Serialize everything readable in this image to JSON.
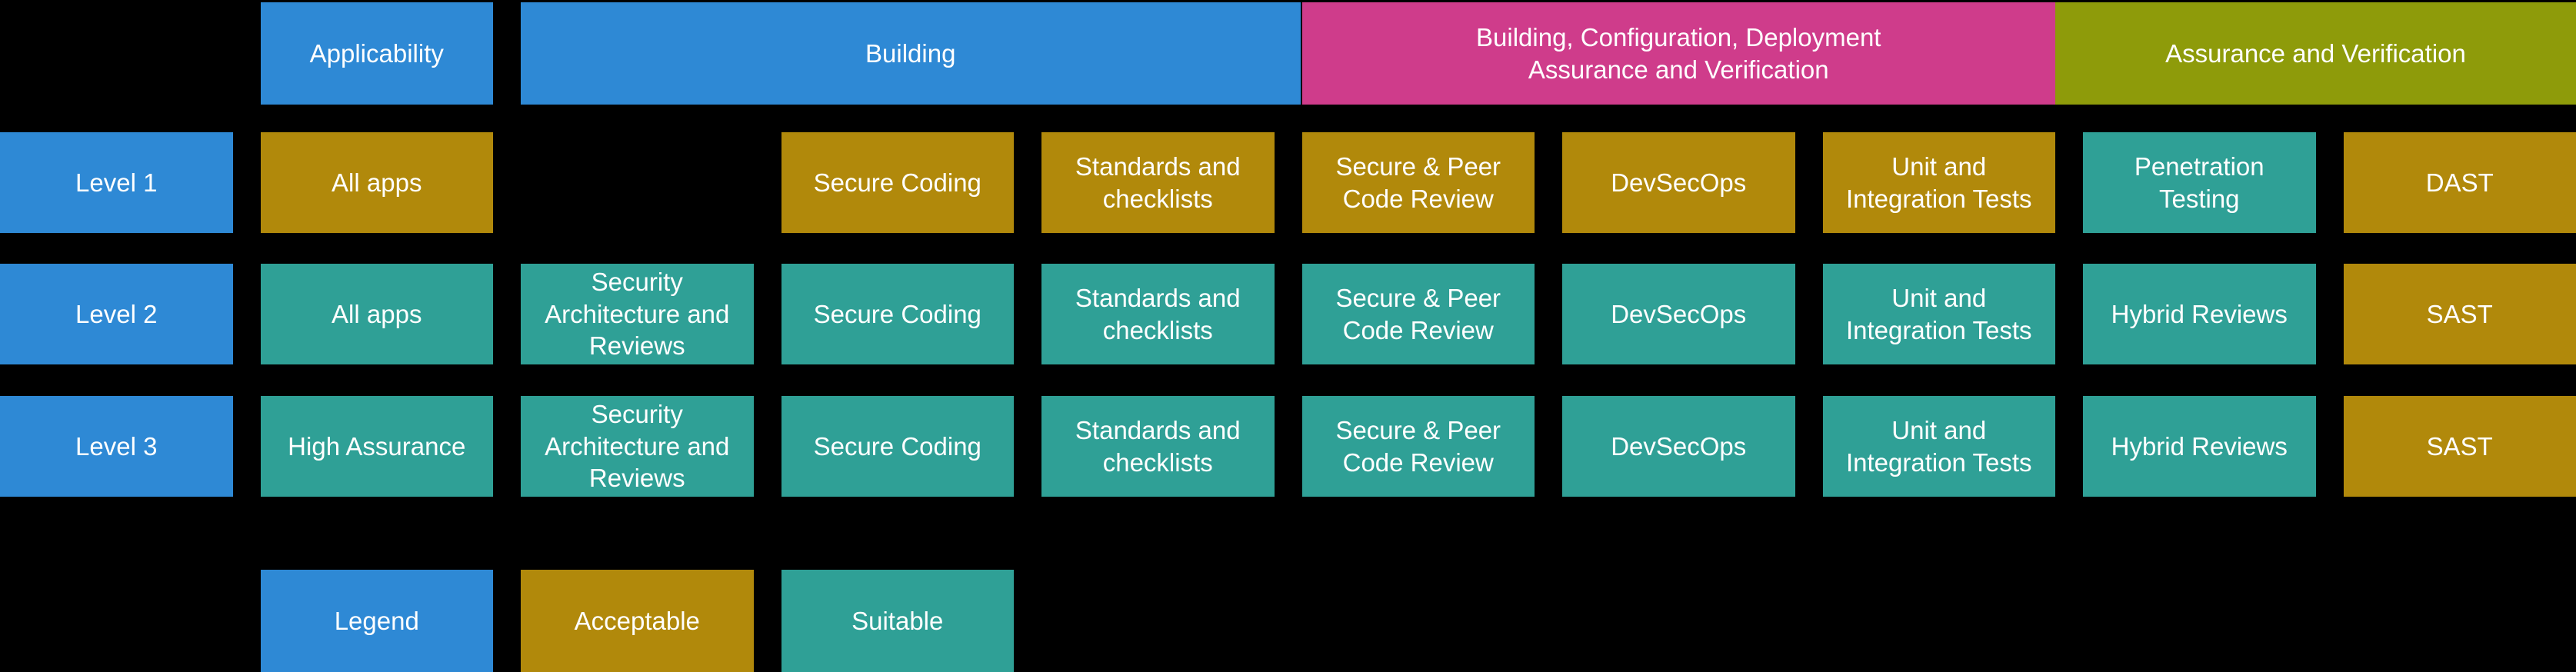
{
  "colors": {
    "blue": "#2E89D5",
    "gold": "#B1890B",
    "teal": "#2FA096",
    "magenta": "#CF3C8B",
    "olive": "#8E9B0A",
    "background": "#000000",
    "text": "#FFFFFF"
  },
  "header": {
    "groups": [
      {
        "label": "Applicability",
        "status": "header-blue"
      },
      {
        "label": "Building",
        "status": "header-blue"
      },
      {
        "label": "Building, Configuration, Deployment\nAssurance and Verification",
        "status": "header-magenta"
      },
      {
        "label": "Assurance and Verification",
        "status": "header-olive"
      }
    ]
  },
  "rows": [
    {
      "level": {
        "label": "Level 1",
        "status": "level"
      },
      "cells": [
        {
          "label": "All apps",
          "status": "acceptable"
        },
        {
          "label": "",
          "status": "empty"
        },
        {
          "label": "Secure Coding",
          "status": "acceptable"
        },
        {
          "label": "Standards and checklists",
          "status": "acceptable"
        },
        {
          "label": "Secure & Peer Code Review",
          "status": "acceptable"
        },
        {
          "label": "DevSecOps",
          "status": "acceptable"
        },
        {
          "label": "Unit and Integration Tests",
          "status": "acceptable"
        },
        {
          "label": "Penetration Testing",
          "status": "suitable"
        },
        {
          "label": "DAST",
          "status": "acceptable"
        }
      ]
    },
    {
      "level": {
        "label": "Level 2",
        "status": "level"
      },
      "cells": [
        {
          "label": "All apps",
          "status": "suitable"
        },
        {
          "label": "Security Architecture and Reviews",
          "status": "suitable"
        },
        {
          "label": "Secure Coding",
          "status": "suitable"
        },
        {
          "label": "Standards and checklists",
          "status": "suitable"
        },
        {
          "label": "Secure & Peer Code Review",
          "status": "suitable"
        },
        {
          "label": "DevSecOps",
          "status": "suitable"
        },
        {
          "label": "Unit and Integration Tests",
          "status": "suitable"
        },
        {
          "label": "Hybrid Reviews",
          "status": "suitable"
        },
        {
          "label": "SAST",
          "status": "acceptable"
        }
      ]
    },
    {
      "level": {
        "label": "Level 3",
        "status": "level"
      },
      "cells": [
        {
          "label": "High Assurance",
          "status": "suitable"
        },
        {
          "label": "Security Architecture and Reviews",
          "status": "suitable"
        },
        {
          "label": "Secure Coding",
          "status": "suitable"
        },
        {
          "label": "Standards and checklists",
          "status": "suitable"
        },
        {
          "label": "Secure & Peer Code Review",
          "status": "suitable"
        },
        {
          "label": "DevSecOps",
          "status": "suitable"
        },
        {
          "label": "Unit and Integration Tests",
          "status": "suitable"
        },
        {
          "label": "Hybrid Reviews",
          "status": "suitable"
        },
        {
          "label": "SAST",
          "status": "acceptable"
        }
      ]
    }
  ],
  "legend": {
    "title": {
      "label": "Legend",
      "status": "legend"
    },
    "items": [
      {
        "label": "Acceptable",
        "status": "acceptable"
      },
      {
        "label": "Suitable",
        "status": "suitable"
      }
    ]
  }
}
